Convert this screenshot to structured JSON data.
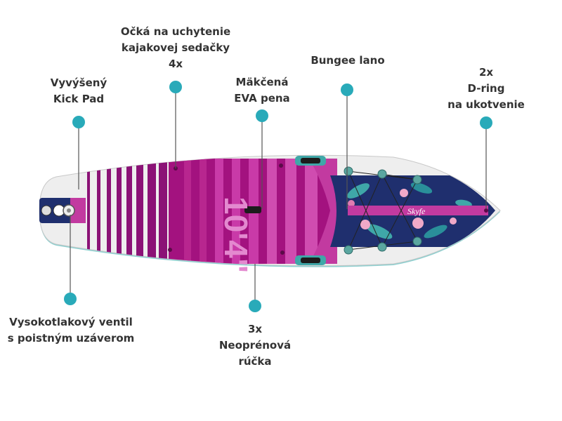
{
  "colors": {
    "marker": "#29aab9",
    "leader": "#555555",
    "text": "#333333",
    "board_base": "#eeeeee",
    "deck_magenta": "#a3127f",
    "deck_light": "#c93aa8",
    "stripe": "#8b1276",
    "floral_navy": "#1f2f6e",
    "floral_teal": "#3fa7a8",
    "floral_pink": "#f0a9c8"
  },
  "board_text": {
    "brand": "Skyfe",
    "size": "10'4\""
  },
  "labels": [
    {
      "id": "kayak-seat-rings",
      "lines": [
        "Očká na uchytenie",
        "kajakovej sedačky",
        "4x"
      ]
    },
    {
      "id": "kick-pad",
      "lines": [
        "Vyvýšený",
        "Kick Pad"
      ]
    },
    {
      "id": "eva-foam",
      "lines": [
        "Mäkčená",
        "EVA pena"
      ]
    },
    {
      "id": "bungee",
      "lines": [
        "Bungee lano"
      ]
    },
    {
      "id": "d-ring",
      "lines": [
        "2x",
        "D-ring",
        "na ukotvenie"
      ]
    },
    {
      "id": "valve",
      "lines": [
        "Vysokotlakový ventil",
        "s poistným uzáverom"
      ]
    },
    {
      "id": "handles",
      "lines": [
        "3x",
        "Neoprénová",
        "rúčka"
      ]
    }
  ]
}
